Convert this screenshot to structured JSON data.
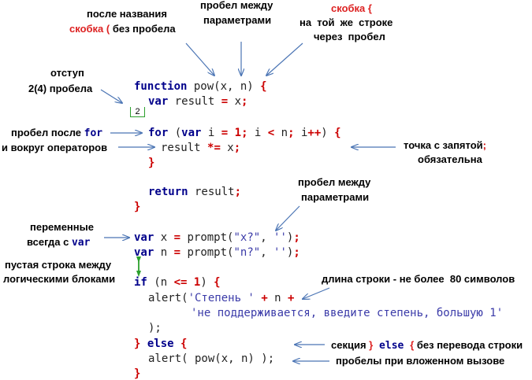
{
  "annotations": {
    "after_name_1": "после названия",
    "after_name_2a": "скобка ( ",
    "after_name_2b": "без пробела",
    "params_space_1": "пробел между",
    "params_space_2": "параметрами",
    "brace_same_1": "скобка {",
    "brace_same_2": "на  той  же  строке",
    "brace_same_3": "через  пробел",
    "indent_1": "отступ",
    "indent_2": "2(4) пробела",
    "indent_box": "2",
    "for_space_1a": "пробел после ",
    "for_space_1b": "for",
    "for_space_2": "и вокруг операторов",
    "semicolon_1a": "точка с запятой",
    "semicolon_1b": ";",
    "semicolon_2": "обязательна",
    "params_space2_1": "пробел между",
    "params_space2_2": "параметрами",
    "vars_1": "переменные",
    "vars_2a": "всегда с ",
    "vars_2b": "var",
    "empty_line_1": "пустая строка между",
    "empty_line_2": "логическими блоками",
    "line_length": "длина строки - не более  80 символов",
    "else_a": "секция ",
    "else_b": "}",
    "else_c": " else ",
    "else_d": "{",
    "else_e": " без перевода строки",
    "nested_call": "пробелы при вложенном вызове"
  },
  "code": {
    "kw_function": "function",
    "fn_sig": " pow(x, n) ",
    "brace_open": "{",
    "kw_var": "var",
    "result_assign_a": " result ",
    "eq": "=",
    "result_assign_b": " x",
    "semi": ";",
    "kw_for": "for",
    "paren_open": " (",
    "i_assign": " i ",
    "one": "1",
    "i_lt": " i ",
    "lt": "<",
    "n_semi_i": " n",
    "i_inc": " i",
    "plusplus": "++",
    "paren_close": ") ",
    "result_mul": "result ",
    "mul_eq": "*=",
    "x_semi": " x",
    "brace_close": "}",
    "kw_return": "return",
    "return_val": " result",
    "x_decl": " x ",
    "prompt_x_a": " prompt(",
    "prompt_x_str1": "\"x?\"",
    "comma_sp": ", ",
    "empty_str": "''",
    "prompt_end": ")",
    "n_decl": " n ",
    "prompt_n_str1": "\"n?\"",
    "kw_if": "if",
    "if_cond_a": " (n ",
    "le": "<=",
    "if_one": "1",
    "if_cond_b": ") ",
    "alert_a": "alert(",
    "alert_str1": "'Степень '",
    "plus": "+",
    "alert_n": " n ",
    "alert_str2": "'не поддерживается, введите степень, большую 1'",
    "alert_close": ");",
    "kw_else": "else",
    "alert_nested": "alert( pow(x, n) );"
  },
  "colors": {
    "keyword": "#00008b",
    "operator": "#cc0000",
    "string": "#3a3aa8",
    "arrow": "#4a74b4",
    "green": "#2ca02c",
    "annotation_red": "#dd2222"
  }
}
